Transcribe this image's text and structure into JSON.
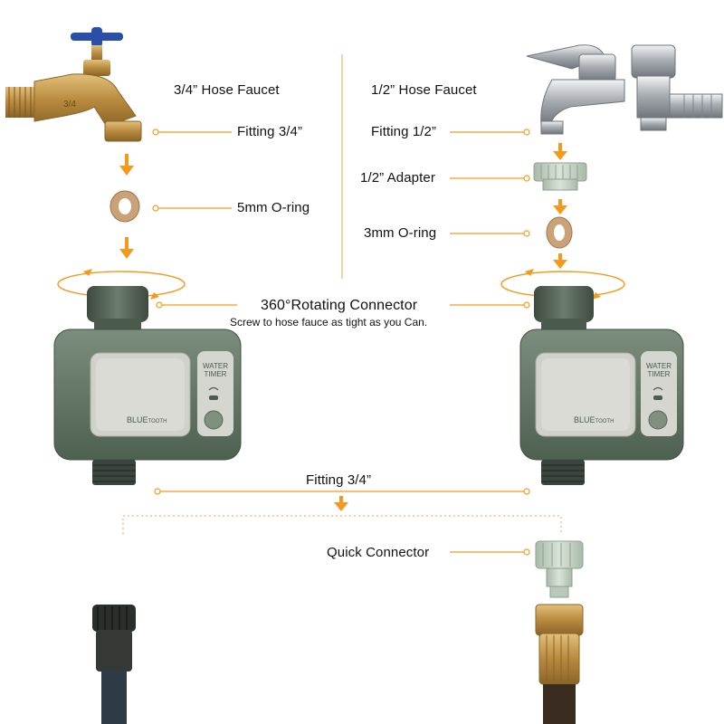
{
  "labels": {
    "faucet_34": "3/4” Hose Faucet",
    "faucet_12": "1/2” Hose Faucet",
    "fitting_34_top": "Fitting 3/4”",
    "fitting_12": "Fitting 1/2”",
    "adapter_12": "1/2” Adapter",
    "oring_5mm": "5mm O-ring",
    "oring_3mm": "3mm O-ring",
    "rotating_connector": "360°Rotating Connector",
    "rotating_note": "Screw to hose fauce as tight as you Can.",
    "fitting_34_bottom": "Fitting 3/4”",
    "quick_connector": "Quick Connector"
  },
  "timer": {
    "brand_word": "WATER",
    "brand_word2": "TIMER",
    "bluetooth_main": "BLUE",
    "bluetooth_tail": "TOOTH"
  },
  "faucet_34_marking": "3/4",
  "colors": {
    "accent_orange": "#f39a1e",
    "timer_green": "#5f7362",
    "timer_panel": "#c9cbc4",
    "brass": "#c89b4e",
    "chrome": "#b8bcc0",
    "handle_blue": "#2a4fa8"
  }
}
